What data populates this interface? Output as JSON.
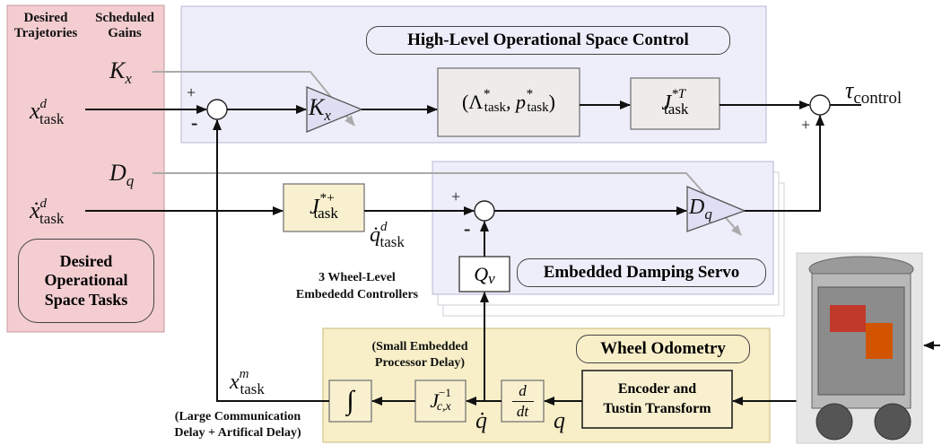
{
  "left_panel": {
    "col1_title": "Desired\nTrajetories",
    "col2_title": "Scheduled\nGains",
    "tasks_label": "Desired\nOperational\nSpace Tasks"
  },
  "signals": {
    "Kx": "K",
    "Kx_sub": "x",
    "x_task_d": "x",
    "task": "task",
    "d": "d",
    "Dq": "D",
    "Dq_sub": "q",
    "xdot_task_d": "ẋ",
    "qdot_task_d": "q̇",
    "x_task_m": "x",
    "m": "m",
    "tau": "τ",
    "tau_sub": "control",
    "qdot": "q̇",
    "q": "q"
  },
  "blocks": {
    "gain_Kx": "K",
    "gain_Kx_sub": "x",
    "lambda_block": "(Λ*task, p*task)",
    "lambda_big": "(Λ",
    "lambda_p": ", p",
    "jt_block": "J",
    "jt_sup": "*T",
    "jplus_block": "J",
    "jplus_sup": "*+",
    "gain_Dq": "D",
    "gain_Dq_sub": "q",
    "qv_block": "Q",
    "qv_sub": "v",
    "integral": "∫",
    "jinv": "J",
    "jinv_sup": "−1",
    "jinv_sub": "c,x",
    "ddt_num": "d",
    "ddt_den": "dt",
    "encoder": "Encoder and\nTustin Transform"
  },
  "titles": {
    "high_level": "High-Level Operational Space Control",
    "damping": "Embedded Damping Servo",
    "wheel_level": "3 Wheel-Level\nEmbededd Controllers",
    "odometry": "Wheel Odometry"
  },
  "notes": {
    "small_delay": "(Small Embedded\nProcessor Delay)",
    "large_delay": "(Large Communication\nDelay + Artifical Delay)"
  },
  "signs": {
    "plus": "+",
    "minus": "-"
  },
  "colors": {
    "left_panel": "#f3cdd0",
    "high_level_bg": "#eeeefb",
    "odometry_bg": "#f8efc8",
    "block_gray": "#eeecea",
    "block_yellow": "#f8f0cf"
  }
}
